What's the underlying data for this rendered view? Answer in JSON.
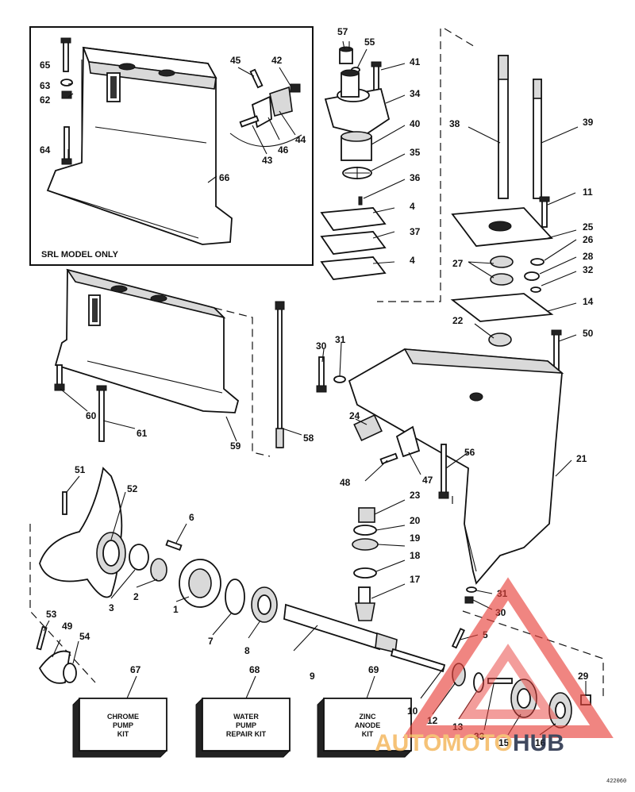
{
  "inset": {
    "label": "SRL MODEL ONLY"
  },
  "kits": [
    {
      "number": "67",
      "lines": [
        "CHROME",
        "PUMP",
        "KIT"
      ]
    },
    {
      "number": "68",
      "lines": [
        "WATER",
        "PUMP",
        "REPAIR KIT"
      ]
    },
    {
      "number": "69",
      "lines": [
        "ZINC",
        "ANODE",
        "KIT"
      ]
    }
  ],
  "callouts": [
    "65",
    "63",
    "62",
    "64",
    "66",
    "45",
    "42",
    "43",
    "46",
    "44",
    "57",
    "55",
    "41",
    "34",
    "40",
    "35",
    "36",
    "4",
    "37",
    "4",
    "38",
    "39",
    "11",
    "25",
    "26",
    "27",
    "28",
    "32",
    "14",
    "22",
    "50",
    "30",
    "31",
    "60",
    "61",
    "59",
    "58",
    "24",
    "47",
    "48",
    "56",
    "21",
    "51",
    "52",
    "6",
    "3",
    "2",
    "1",
    "7",
    "8",
    "9",
    "53",
    "49",
    "54",
    "23",
    "20",
    "19",
    "18",
    "17",
    "31",
    "30",
    "5",
    "10",
    "12",
    "13",
    "33",
    "15",
    "16",
    "29"
  ],
  "watermark": {
    "part1": "AUTO",
    "part2": "MOTO",
    "part3": "HUB"
  },
  "drawing_code": "422060",
  "colors": {
    "line": "#111111",
    "watermark_red": "#e8403a",
    "watermark_orange": "#f4b860",
    "watermark_navy": "#1f2a44"
  }
}
